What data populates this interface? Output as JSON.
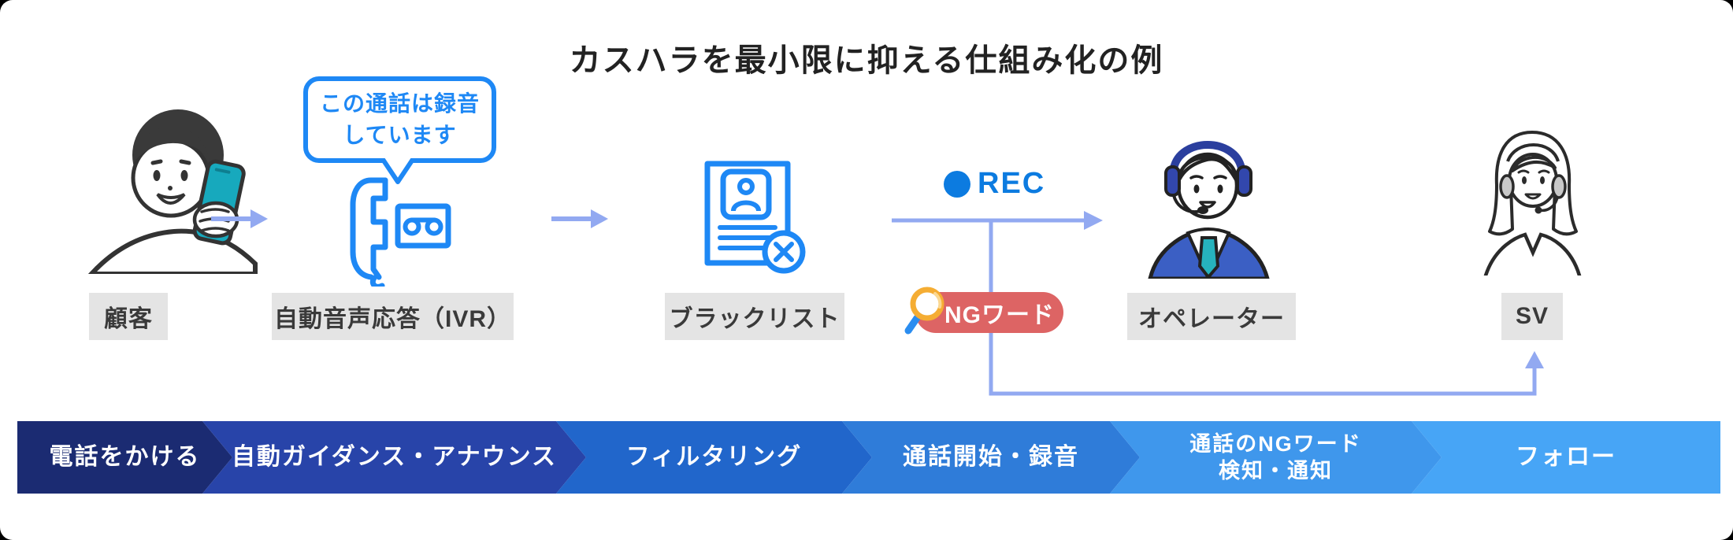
{
  "title": "カスハラを最小限に抑える仕組み化の例",
  "speech_bubble": {
    "line1": "この通話は録音",
    "line2": "しています"
  },
  "rec_badge": {
    "label": "REC",
    "color": "#0c7be0"
  },
  "ng_badge": {
    "label": "NGワード",
    "bg": "#dd6464"
  },
  "entities": {
    "customer": {
      "label": "顧客"
    },
    "ivr": {
      "label": "自動音声応答（IVR）"
    },
    "blacklist": {
      "label": "ブラックリスト"
    },
    "operator": {
      "label": "オペレーター"
    },
    "sv": {
      "label": "SV"
    }
  },
  "process_bar": {
    "steps": [
      {
        "label": "電話をかける",
        "color": "#1b2b72"
      },
      {
        "label": "自動ガイダンス・アナウンス",
        "color": "#2844a9"
      },
      {
        "label": "フィルタリング",
        "color": "#2166cb"
      },
      {
        "label": "通話開始・録音",
        "color": "#2f7cd9"
      },
      {
        "label": "通話のNGワード",
        "label2": "検知・通知",
        "color": "#3f97ec"
      },
      {
        "label": "フォロー",
        "color": "#47a5f6"
      }
    ]
  },
  "colors": {
    "icon_blue": "#1e88f5",
    "connector": "#92a9f1",
    "label_bg": "#e4e4e4",
    "label_text": "#3a3a3a",
    "phone_teal": "#17a9bd",
    "suit_blue": "#3b5fc4",
    "tie_teal": "#26b3bd",
    "magnifier_ring": "#f5ad33",
    "magnifier_handle": "#2b8df0"
  }
}
